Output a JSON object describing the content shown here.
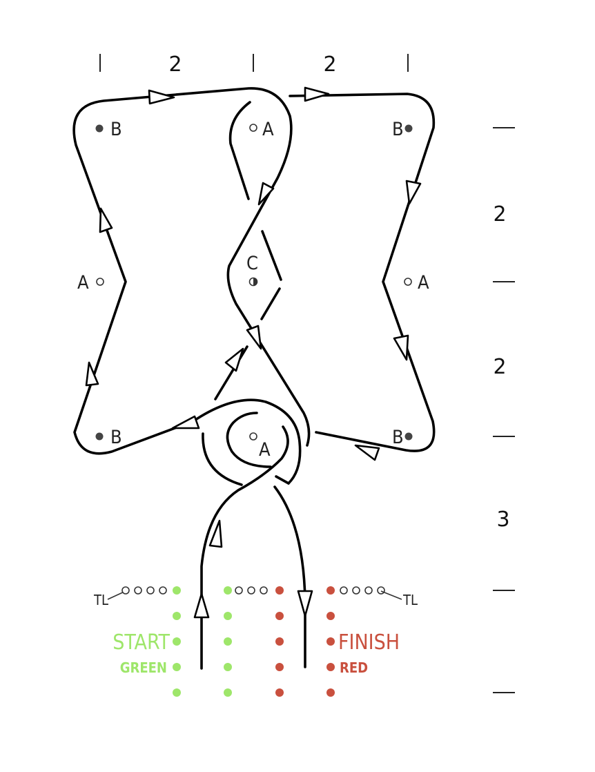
{
  "measurements": {
    "top": [
      "2",
      "2"
    ],
    "right": [
      "2",
      "2",
      "3"
    ]
  },
  "cones": {
    "B_top_left": "B",
    "A_top_center": "A",
    "B_top_right": "B",
    "A_mid_left": "A",
    "C_center": "C",
    "A_mid_right": "A",
    "B_bottom_left": "B",
    "A_bottom_center": "A",
    "B_bottom_right": "B"
  },
  "timing_lights": {
    "left": "TL",
    "right": "TL"
  },
  "start": {
    "label": "START",
    "sublabel": "GREEN"
  },
  "finish": {
    "label": "FINISH",
    "sublabel": "RED"
  },
  "colors": {
    "green": "#9ee66a",
    "red": "#c9503e",
    "line": "#000000",
    "cone_filled": "#444444"
  }
}
